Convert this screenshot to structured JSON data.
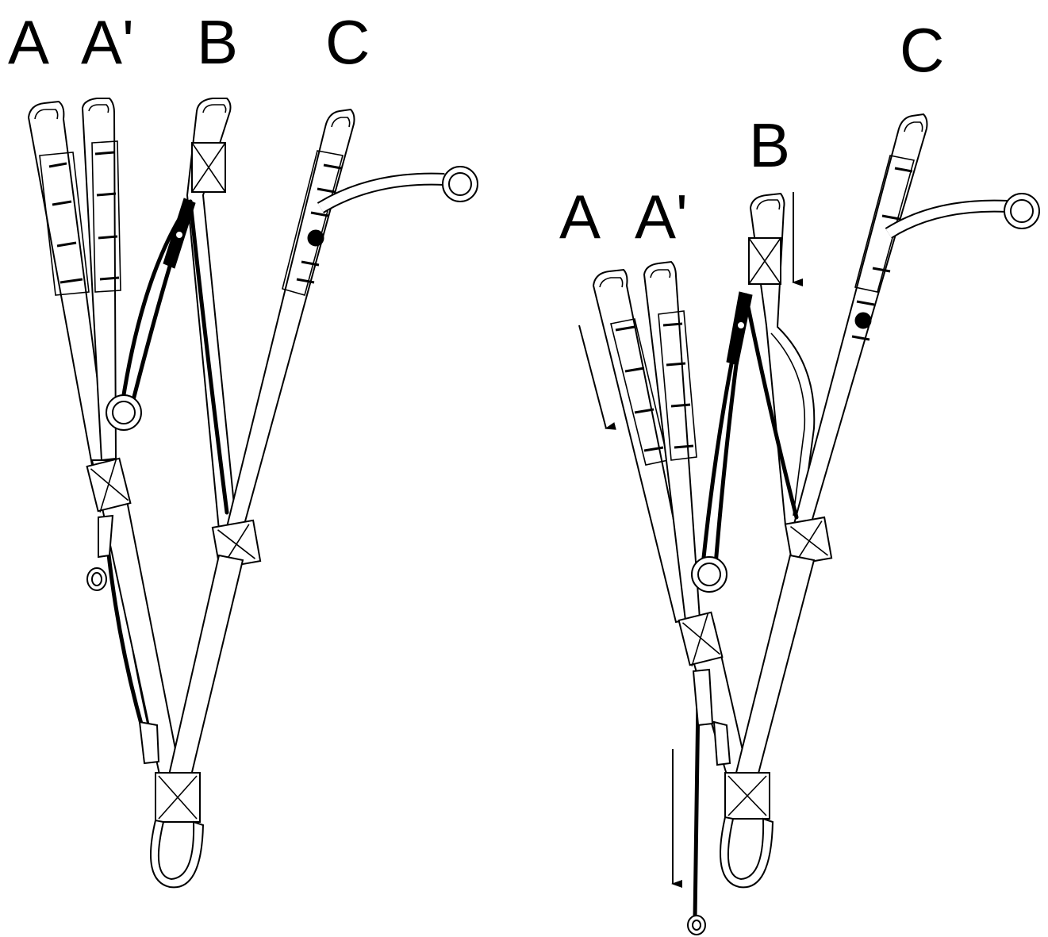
{
  "left_diagram": {
    "labels": {
      "a": "A",
      "a_prime": "A'",
      "b": "B",
      "c": "C"
    }
  },
  "right_diagram": {
    "labels": {
      "a": "A",
      "a_prime": "A'",
      "b": "B",
      "c": "C"
    }
  },
  "colors": {
    "ink": "#000000",
    "background": "#ffffff"
  }
}
